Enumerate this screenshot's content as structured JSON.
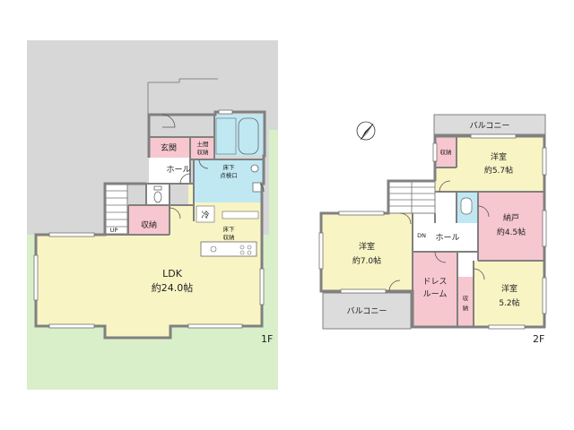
{
  "colors": {
    "ldk": "#f8f4c4",
    "genkan": "#f7c7cf",
    "storage": "#f7c7cf",
    "bath": "#bfe8f3",
    "garden": "#d8efc9",
    "lot": "#d7d7d7",
    "balcony": "#dcdcdc",
    "wall": "#808080"
  },
  "floor1": {
    "label": "1F",
    "rooms": {
      "ldk": {
        "name": "LDK",
        "size": "約24.0帖"
      },
      "genkan": {
        "name": "玄関"
      },
      "doma_storage": {
        "line1": "土間",
        "line2": "収納"
      },
      "hall": {
        "name": "ホール"
      },
      "underfloor_hatch": {
        "line1": "床下",
        "line2": "点検口"
      },
      "storage": {
        "name": "収納"
      },
      "fridge": {
        "name": "冷"
      },
      "underfloor_storage": {
        "line1": "床下",
        "line2": "収納"
      },
      "stair_up": {
        "name": "UP"
      }
    }
  },
  "floor2": {
    "label": "2F",
    "rooms": {
      "balcony_top": {
        "name": "バルコニー"
      },
      "balcony_bottom": {
        "name": "バルコニー"
      },
      "western_57": {
        "name": "洋室",
        "size": "約5.7帖"
      },
      "storage_top": {
        "name": "収納"
      },
      "closet_45": {
        "name": "納戸",
        "size": "約4.5帖"
      },
      "western_70": {
        "name": "洋室",
        "size": "約7.0帖"
      },
      "hall": {
        "name": "ホール"
      },
      "stair_dn": {
        "name": "DN"
      },
      "dress_room": {
        "line1": "ドレス",
        "line2": "ルーム"
      },
      "storage_side": {
        "line1": "収",
        "line2": "納"
      },
      "western_52": {
        "name": "洋室",
        "size": "5.2帖"
      }
    }
  },
  "compass_icon": "north-arrow"
}
